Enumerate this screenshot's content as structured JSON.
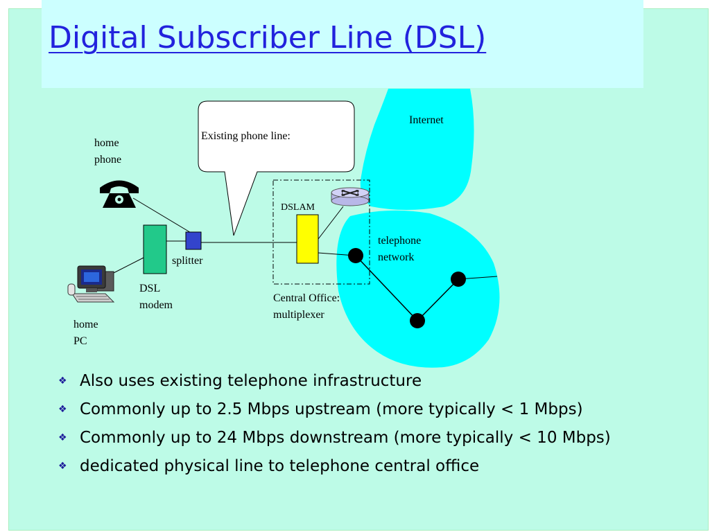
{
  "slide": {
    "title": "Digital Subscriber Line (DSL)",
    "colors": {
      "background": "#bdfbe7",
      "title_band": "#ccffff",
      "title_text": "#2222dd",
      "cloud": "#00ffff",
      "dsl_modem": "#22c98a",
      "splitter": "#3344cc",
      "dslam": "#ffff00"
    }
  },
  "diagram": {
    "labels": {
      "home_phone": [
        "home",
        "phone"
      ],
      "home_pc": [
        "home",
        "PC"
      ],
      "dsl_modem": [
        "DSL",
        "modem"
      ],
      "splitter": "splitter",
      "callout": "Existing phone line:",
      "dslam": "DSLAM",
      "central_office": [
        "Central Office:",
        "multiplexer"
      ],
      "internet": "Internet",
      "telephone_network": [
        "telephone",
        "network"
      ]
    },
    "icons": {
      "phone": "telephone-icon",
      "pc": "computer-icon",
      "router": "router-icon",
      "bullet": "diamond-bullet-icon"
    }
  },
  "bullets": [
    "Also uses existing telephone infrastructure",
    "Commonly up to 2.5 Mbps upstream (more typically < 1 Mbps)",
    "Commonly up to 24 Mbps downstream (more typically < 10 Mbps)",
    "dedicated physical line to telephone central office"
  ]
}
